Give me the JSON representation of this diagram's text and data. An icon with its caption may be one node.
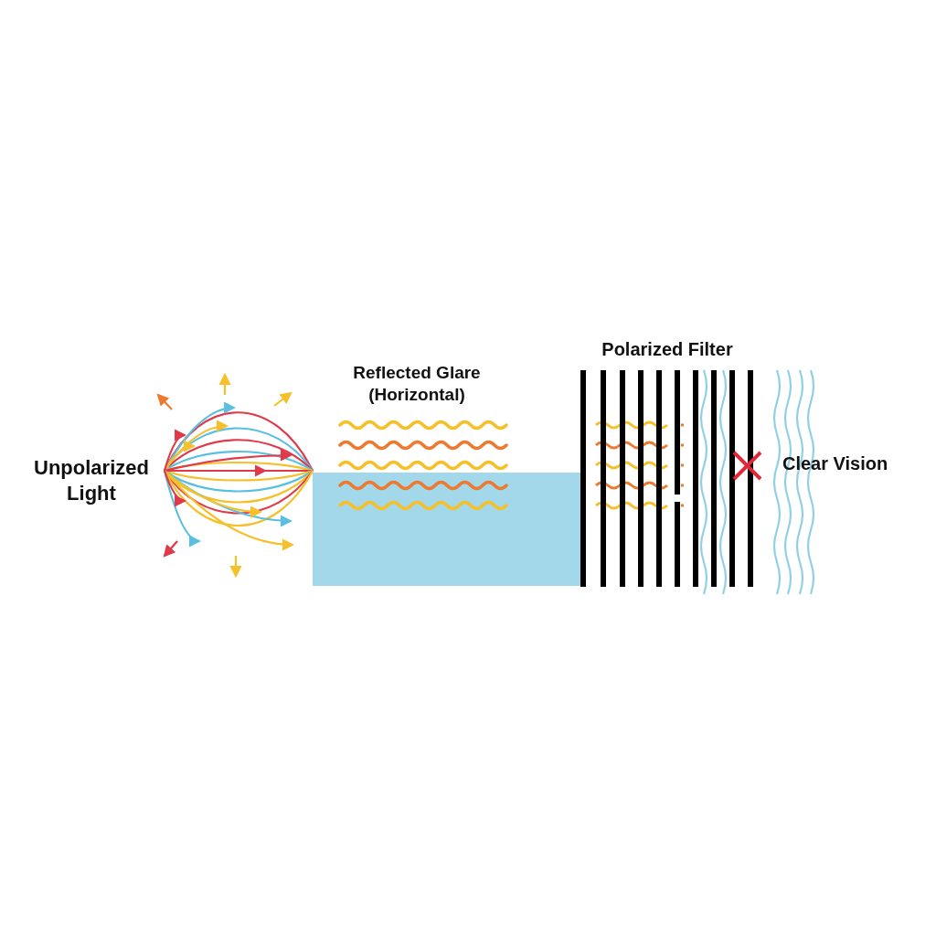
{
  "diagram": {
    "labels": [
      "Unpolarized Light",
      "Reflected Glare (Horizontal)",
      "Polarized Filter",
      "Clear Vision"
    ]
  }
}
